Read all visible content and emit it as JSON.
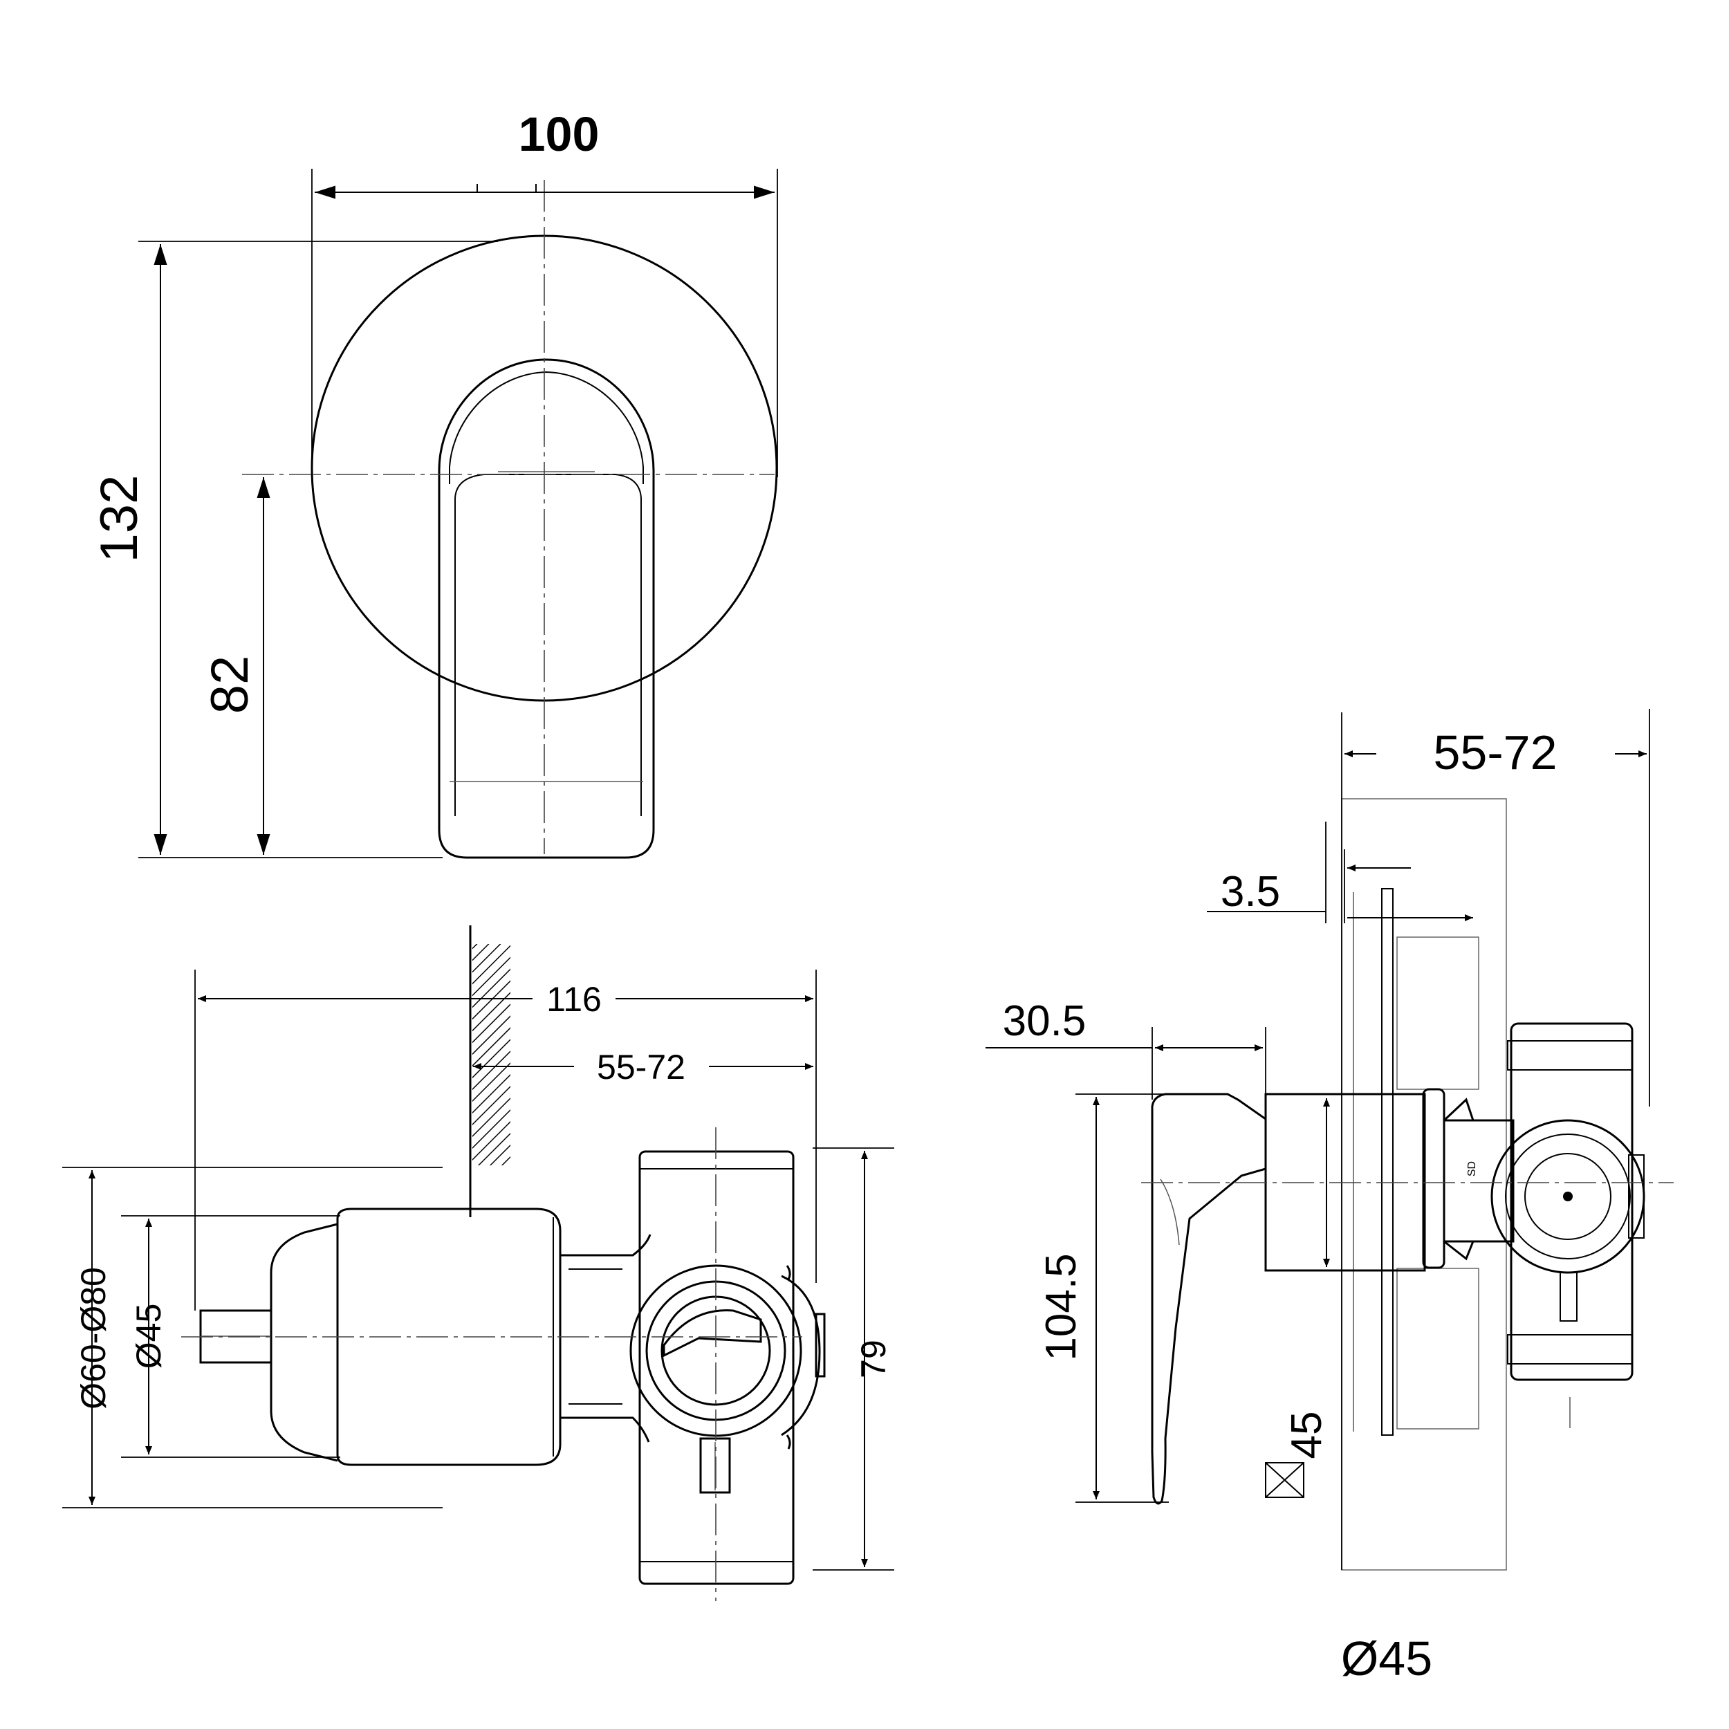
{
  "dimensions": {
    "front_width": "100",
    "front_height": "132",
    "front_axis_height": "82",
    "top_overall_depth": "116",
    "top_wall_range": "55-72",
    "top_rosette_diameter": "Ø60-Ø80",
    "top_body_diameter": "Ø45",
    "top_valve_height": "79",
    "side_wall_range": "55-72",
    "side_rosette_gap": "3.5",
    "side_lever_offset": "30.5",
    "side_height": "104.5",
    "side_square": "45",
    "side_diameter": "Ø45"
  },
  "colors": {
    "ink": "#000000",
    "background": "#ffffff"
  }
}
